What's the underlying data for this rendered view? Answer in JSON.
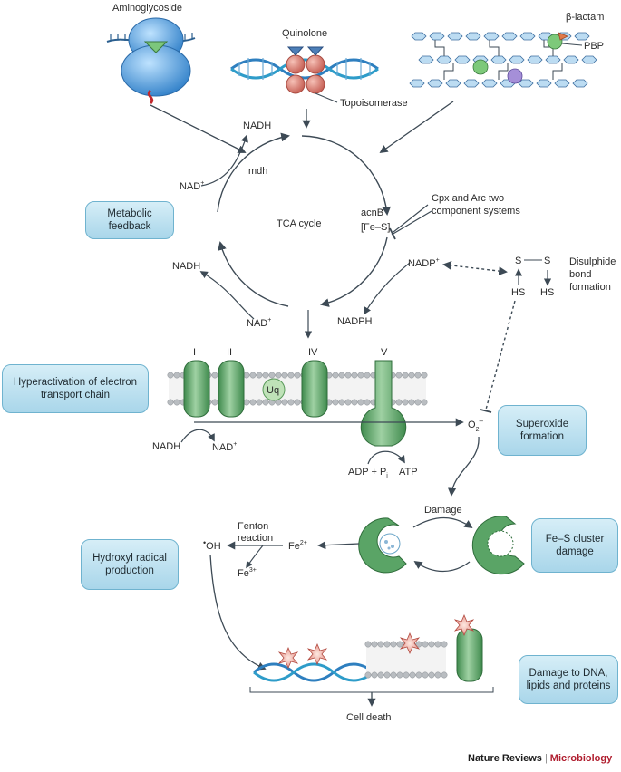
{
  "labels": {
    "aminoglycoside": "Aminoglycoside",
    "quinolone": "Quinolone",
    "topoisomerase": "Topoisomerase",
    "beta_lactam": "β-lactam",
    "pbp": "PBP",
    "nadh_top": "NADH",
    "nad_top": "NAD",
    "mdh": "mdh",
    "tca_cycle": "TCA cycle",
    "acnb": "acnB",
    "fe_s_bracket": "[Fe–S]",
    "cpx_arc_line1": "Cpx and Arc two",
    "cpx_arc_line2": "component systems",
    "nadp": "NADP",
    "nadh_left": "NADH",
    "nad_bottom": "NAD",
    "nadph": "NADPH",
    "s_left": "S",
    "s_right": "S",
    "hs_left": "HS",
    "hs_right": "HS",
    "disulphide_line1": "Disulphide",
    "disulphide_line2": "bond",
    "disulphide_line3": "formation",
    "complex_1": "I",
    "complex_2": "II",
    "complex_4": "IV",
    "complex_5": "V",
    "uq": "Uq",
    "nadh_etc": "NADH",
    "nad_etc": "NAD",
    "o2": "O",
    "adp": "ADP + P",
    "atp": "ATP",
    "damage": "Damage",
    "fenton_line1": "Fenton",
    "fenton_line2": "reaction",
    "fe2": "Fe",
    "fe3": "Fe",
    "oh": "OH",
    "cell_death": "Cell death"
  },
  "boxes": {
    "metabolic_feedback": "Metabolic feedback",
    "hyperactivation": "Hyperactivation of electron transport chain",
    "superoxide": "Superoxide formation",
    "fes_damage": "Fe–S cluster damage",
    "hydroxyl": "Hydroxyl radical production",
    "damage_dna": "Damage to DNA, lipids and proteins"
  },
  "footer": {
    "brand": "Nature Reviews",
    "separator": "|",
    "journal": "Microbiology"
  },
  "colors": {
    "green": "#5aa466",
    "blue": "#3f8fd1",
    "red_bead": "#d9796e",
    "box_fill": "#bfe2f1",
    "arrow": "#3d4a55"
  }
}
